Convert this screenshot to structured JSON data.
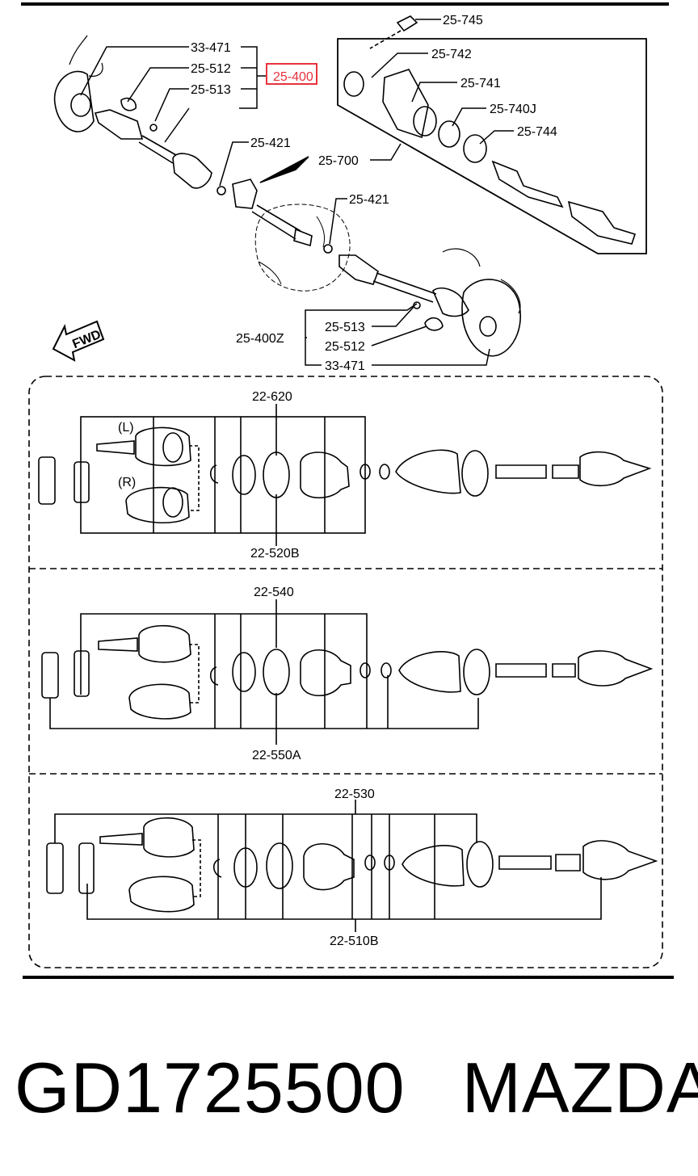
{
  "labels": {
    "l33471_top": "33-471",
    "l25512_top": "25-512",
    "l25513_top": "25-513",
    "l25400": "25-400",
    "l25421_a": "25-421",
    "l25421_b": "25-421",
    "l25745": "25-745",
    "l25742": "25-742",
    "l25741": "25-741",
    "l25740J": "25-740J",
    "l25744": "25-744",
    "l25700": "25-700",
    "l25400Z": "25-400Z",
    "l25513_bot": "25-513",
    "l25512_bot": "25-512",
    "l33471_bot": "33-471",
    "fwd": "FWD",
    "l22620": "22-620",
    "l22520B": "22-520B",
    "side_L": "(L)",
    "side_R": "(R)",
    "l22540": "22-540",
    "l22550A": "22-550A",
    "l22530": "22-530",
    "l22510B": "22-510B"
  },
  "highlight": {
    "label": "25-400",
    "color": "#e8323c"
  },
  "caption": {
    "part_number": "GD1725500",
    "brand": "MAZDA"
  }
}
